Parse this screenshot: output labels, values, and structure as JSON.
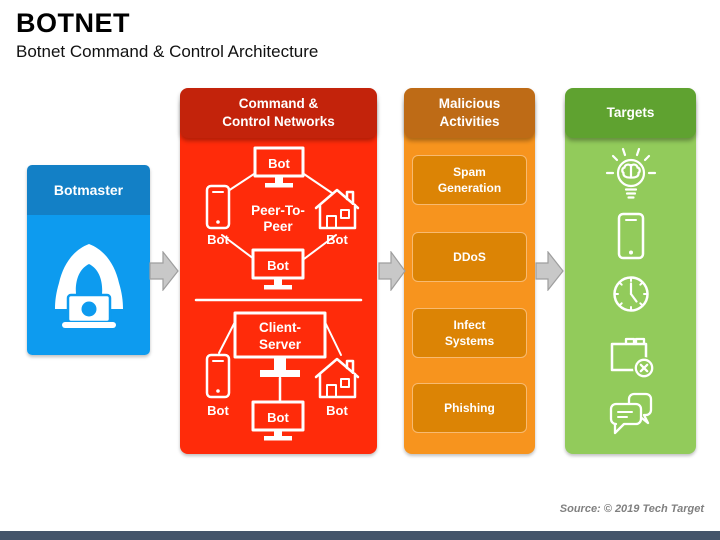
{
  "title": "BOTNET",
  "subtitle": "Botnet Command & Control Architecture",
  "botmaster": {
    "header": "Botmaster",
    "icon": "hacker-icon"
  },
  "cnc": {
    "header_line1": "Command &",
    "header_line2": "Control Networks",
    "p2p": {
      "title_line1": "Peer-To-",
      "title_line2": "Peer",
      "top": "Bot",
      "left": "Bot",
      "right": "Bot",
      "bottom": "Bot"
    },
    "client_server": {
      "title_line1": "Client-",
      "title_line2": "Server",
      "left": "Bot",
      "right": "Bot",
      "bottom": "Bot"
    }
  },
  "malicious": {
    "header_line1": "Malicious",
    "header_line2": "Activities",
    "items": [
      "Spam Generation",
      "DDoS",
      "Infect Systems",
      "Phishing"
    ]
  },
  "targets": {
    "header": "Targets",
    "icons": [
      "idea-lightbulb-icon",
      "smartphone-icon",
      "clock-icon",
      "folder-delete-icon",
      "chat-messages-icon"
    ]
  },
  "footer": {
    "source": "Source: © 2019 Tech Target"
  },
  "colors": {
    "blue_header": "#1380C6",
    "blue_body": "#0D9BEF",
    "red_header": "#C3230B",
    "red_body": "#FF2B0A",
    "orange_header": "#BE6B16",
    "orange_body": "#F7941E",
    "orange_item": "#DC8405",
    "orange_item_border": "#F8BA70",
    "green_header": "#5FA230",
    "green_body": "#92CB5B",
    "arrow": "#C8C8C8",
    "bottom_bar": "#44546A"
  }
}
